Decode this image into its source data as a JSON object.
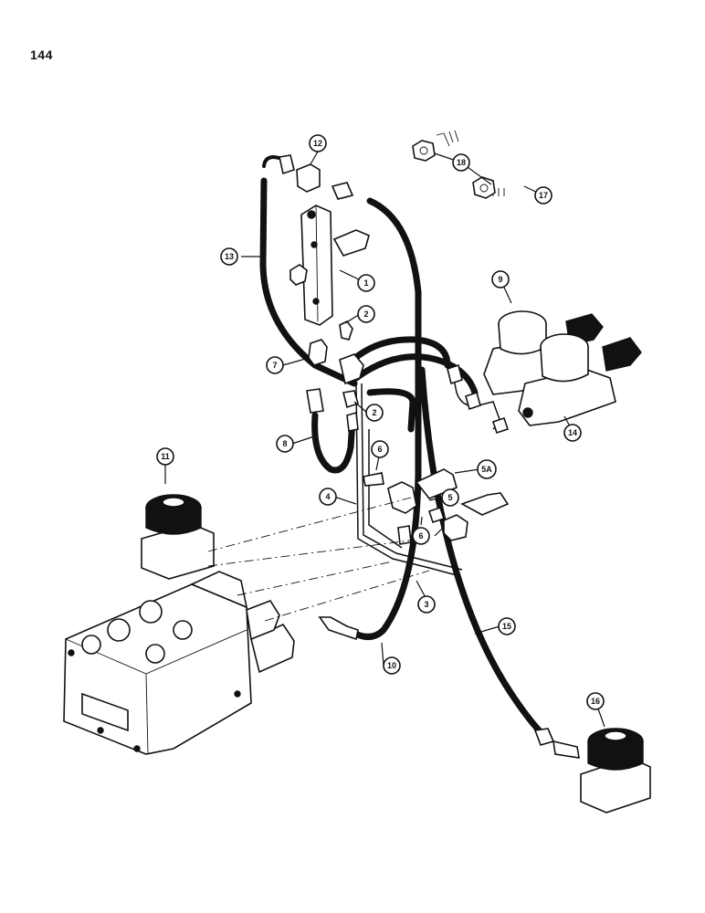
{
  "page_number": "144",
  "callouts": [
    {
      "id": "c1",
      "label": "1"
    },
    {
      "id": "c2a",
      "label": "2"
    },
    {
      "id": "c2b",
      "label": "2"
    },
    {
      "id": "c3",
      "label": "3"
    },
    {
      "id": "c4",
      "label": "4"
    },
    {
      "id": "c5",
      "label": "5"
    },
    {
      "id": "c5a",
      "label": "5A"
    },
    {
      "id": "c6a",
      "label": "6"
    },
    {
      "id": "c6b",
      "label": "6"
    },
    {
      "id": "c7",
      "label": "7"
    },
    {
      "id": "c8",
      "label": "8"
    },
    {
      "id": "c9",
      "label": "9"
    },
    {
      "id": "c10",
      "label": "10"
    },
    {
      "id": "c11",
      "label": "11"
    },
    {
      "id": "c12",
      "label": "12"
    },
    {
      "id": "c13",
      "label": "13"
    },
    {
      "id": "c14",
      "label": "14"
    },
    {
      "id": "c15",
      "label": "15"
    },
    {
      "id": "c16",
      "label": "16"
    },
    {
      "id": "c17",
      "label": "17"
    },
    {
      "id": "c18",
      "label": "18"
    }
  ]
}
